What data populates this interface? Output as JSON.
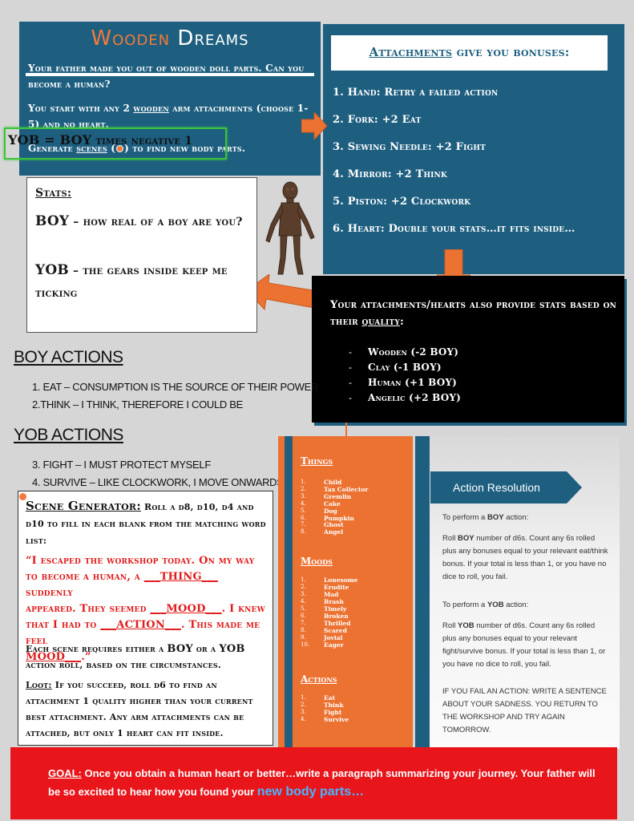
{
  "title": {
    "word1": "Wooden",
    "word2": "Dreams"
  },
  "intro": {
    "line1": "Your father made you out of wooden doll parts. Can you become a human?",
    "line2a": "You start with any 2 ",
    "line2u": "wooden",
    "line2b": " arm attachments (choose 1-5) and no heart.",
    "line3a": "Generate ",
    "line3u": "scenes",
    "line3b": " to find new body parts."
  },
  "attachments": {
    "title_u": "Attachments",
    "title_rest": " give you bonuses:",
    "items": [
      "1. Hand: Retry a failed action",
      "2. Fork: +2 Eat",
      "3. Sewing Needle: +2 Fight",
      "4. Mirror: +2 Think",
      "5. Piston: +2 Clockwork",
      "6. Heart: Double your stats…it fits inside…"
    ]
  },
  "stats": {
    "heading": "Stats:",
    "boy_label": "BOY",
    "boy_text": " – how real of a boy are you?",
    "yob_label": "YOB",
    "yob_text": " – the gears inside keep me ticking",
    "formula_label": "YOB = BOY",
    "formula_text": " times negative 1"
  },
  "quality": {
    "intro_a": "Your attachments/hearts also provide stats based on their ",
    "intro_u": "quality",
    "intro_b": ":",
    "items": [
      "Wooden (-2 BOY)",
      "Clay (-1 BOY)",
      "Human (+1 BOY)",
      "Angelic (+2 BOY)"
    ]
  },
  "boy_actions": {
    "heading": "BOY ACTIONS",
    "items": [
      "1. EAT – CONSUMPTION IS THE SOURCE OF THEIR POWER",
      "2.THINK – I THINK, THEREFORE I COULD BE"
    ]
  },
  "yob_actions": {
    "heading": "YOB ACTIONS",
    "items": [
      "3. FIGHT – I MUST PROTECT MYSELF",
      "4. SURVIVE – LIKE CLOCKWORK, I MOVE ONWARDS"
    ]
  },
  "scene": {
    "heading": "Scene Generator:",
    "heading_rest": " Roll a d8, d10, d4 and d10 to fill in each blank from the matching word list:",
    "story": [
      "“I escaped the workshop today. On my way",
      "to become a human, a ",
      "___THING___",
      " suddenly",
      "appeared. They seemed ",
      "___MOOD___",
      ". I knew",
      "that I had to ",
      "___ACTION___",
      ". This made me feel",
      "MOOD___",
      ".”"
    ],
    "each_a": "Each scene requires either a ",
    "each_boy": "BOY",
    "each_b": " or a ",
    "each_yob": "YOB",
    "each_c": " action roll, based on the circumstances.",
    "loot_label": "Loot:",
    "loot_text": " If you succeed, roll d6 to find an attachment 1 quality higher than your current best attachment. Any arm attachments can be attached, but only 1 heart can fit inside."
  },
  "wordlist": {
    "things_heading": "Things",
    "things": [
      "Child",
      "Tax Collector",
      "Gremlin",
      "Cake",
      "Dog",
      "Pumpkin",
      "Ghost",
      "Angel"
    ],
    "moods_heading": "Moods",
    "moods": [
      "Lonesome",
      "Erudite",
      "Mad",
      "Brash",
      "Timely",
      "Broken",
      "Thrilled",
      "Scared",
      "Jovial",
      "Eager"
    ],
    "actions_heading": "Actions",
    "actions": [
      "Eat",
      "Think",
      "Fight",
      "Survive"
    ],
    "numbers": [
      "1.",
      "2.",
      "3.",
      "4.",
      "5.",
      "6.",
      "7.",
      "8.",
      "9.",
      "10."
    ]
  },
  "resolution": {
    "title": "Action Resolution",
    "boy_intro_a": "To perform a ",
    "boy_intro_b": "BOY",
    "boy_intro_c": " action:",
    "boy_rule_a": "Roll ",
    "boy_rule_b": "BOY",
    "boy_rule_c": " number of d6s. Count any 6s rolled plus any bonuses equal to your relevant eat/think bonus. If your total is less than 1, or you have no dice to roll, you fail.",
    "yob_intro_a": "To perform a ",
    "yob_intro_b": "YOB",
    "yob_intro_c": " action:",
    "yob_rule_a": "Roll ",
    "yob_rule_b": "YOB",
    "yob_rule_c": " number of d6s. Count any 6s rolled plus any bonuses equal to your relevant fight/survive bonus. If your total is less than 1, or you have no dice to roll, you fail.",
    "fail": "IF YOU FAIL AN ACTION: WRITE A SENTENCE ABOUT YOUR SADNESS. YOU RETURN TO THE WORKSHOP AND TRY AGAIN TOMORROW."
  },
  "goal": {
    "label": "GOAL:",
    "text": " Once you obtain a human heart or better…write a paragraph summarizing your journey. Your father will be so excited to hear how you found your ",
    "highlight": "new body parts…"
  },
  "colors": {
    "panel_blue": "#1e5f80",
    "accent_orange": "#ec7232",
    "goal_red": "#e8151b",
    "story_red": "#e01b1b",
    "highlight_green": "#3cc43c"
  },
  "icons": [
    "wooden-doll-figure",
    "orange-arrow-right",
    "orange-arrow-down",
    "orange-arrow-left",
    "orange-dot"
  ]
}
